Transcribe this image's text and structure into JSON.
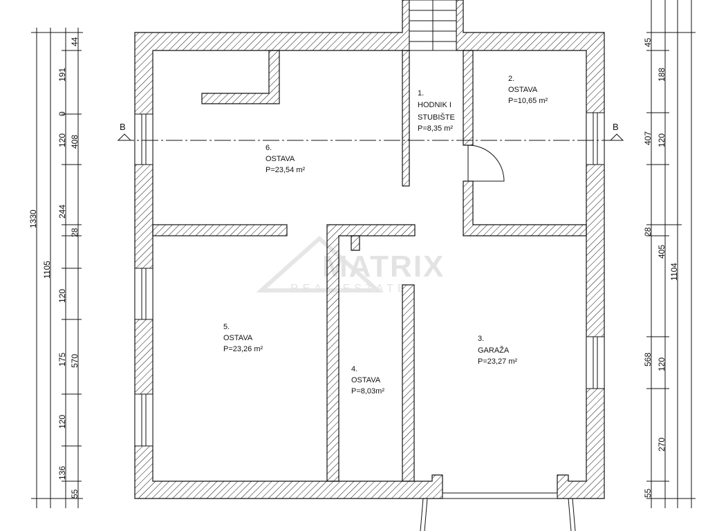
{
  "section_mark": "B",
  "rooms": [
    {
      "id": "hodnik",
      "lines": [
        "1.",
        "HODNIK I",
        "STUBIŠTE",
        "P=8,35 m²"
      ]
    },
    {
      "id": "ostava-2",
      "lines": [
        "2.",
        "OSTAVA",
        "P=10,65 m²"
      ]
    },
    {
      "id": "garaza",
      "lines": [
        "3.",
        "GARAŽA",
        "P=23,27 m²"
      ]
    },
    {
      "id": "ostava-4",
      "lines": [
        "4.",
        "OSTAVA",
        "P=8,03m²"
      ]
    },
    {
      "id": "ostava-5",
      "lines": [
        "5.",
        "OSTAVA",
        "P=23,26 m²"
      ]
    },
    {
      "id": "ostava-6",
      "lines": [
        "6.",
        "OSTAVA",
        "P=23,54 m²"
      ]
    }
  ],
  "dimensions": {
    "left_outer": [
      "1330"
    ],
    "left_mid": [
      "1105"
    ],
    "left_inner": [
      "408",
      "570",
      "55"
    ],
    "left_detail": [
      "44",
      "191",
      "0",
      "120",
      "244",
      "28",
      "120",
      "175",
      "120",
      "136"
    ],
    "right_outer": [
      "1104"
    ],
    "right_mid": [
      "407",
      "405",
      "568"
    ],
    "right_inner": [
      "45",
      "188",
      "120",
      "28",
      "120",
      "270",
      "55"
    ]
  },
  "watermark": {
    "brand": "MATRIX",
    "subtitle": "REAL ESTATE"
  }
}
